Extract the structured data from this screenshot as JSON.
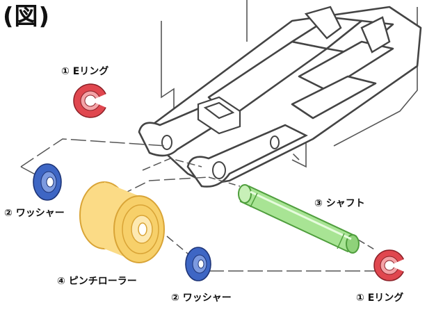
{
  "title": "(図)",
  "labels": {
    "e_ring_top": "① Eリング",
    "washer_left": "② ワッシャー",
    "shaft": "③ シャフト",
    "pinch_roller": "④ ピンチローラー",
    "washer_bottom": "② ワッシャー",
    "e_ring_bottom": "① Eリング"
  },
  "colors": {
    "e_ring": "#e0474f",
    "washer": "#3e66c4",
    "shaft": "#7ed36a",
    "roller": "#f7d06a",
    "outline": "#333333"
  }
}
